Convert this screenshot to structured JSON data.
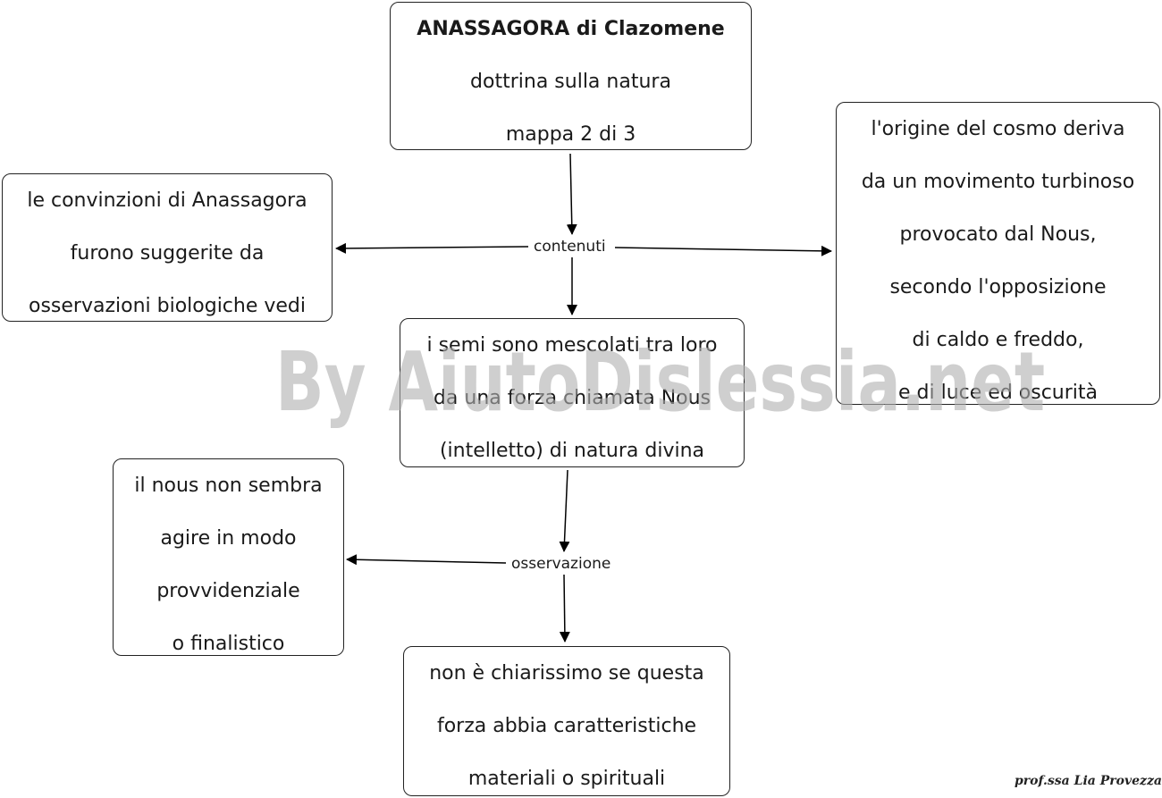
{
  "nodes": {
    "title": {
      "heading": "ANASSAGORA di Clazomene",
      "lines": [
        "dottrina sulla natura",
        "mappa 2  di 3"
      ]
    },
    "left": {
      "lines": [
        "le convinzioni di Anassagora",
        "furono suggerite da",
        "osservazioni biologiche vedi"
      ]
    },
    "right": {
      "lines": [
        "l'origine del cosmo deriva",
        "da un movimento turbinoso",
        "provocato dal Nous,",
        "secondo l'opposizione",
        "di caldo e freddo,",
        "e di luce ed oscurità"
      ]
    },
    "center": {
      "lines": [
        "i semi sono mescolati tra loro",
        "da una forza chiamata Nous",
        "(intelletto) di natura divina"
      ]
    },
    "lowleft": {
      "lines": [
        "il nous non sembra",
        "agire in modo",
        "provvidenziale",
        "o finalistico"
      ]
    },
    "bottom": {
      "lines": [
        "non è chiarissimo se questa",
        "forza abbia caratteristiche",
        "materiali o spirituali"
      ]
    }
  },
  "connectors": {
    "contenuti": "contenuti",
    "osservazione": "osservazione"
  },
  "watermark": "By AiutoDislessia.net",
  "signature": "prof.ssa Lia Provezza"
}
